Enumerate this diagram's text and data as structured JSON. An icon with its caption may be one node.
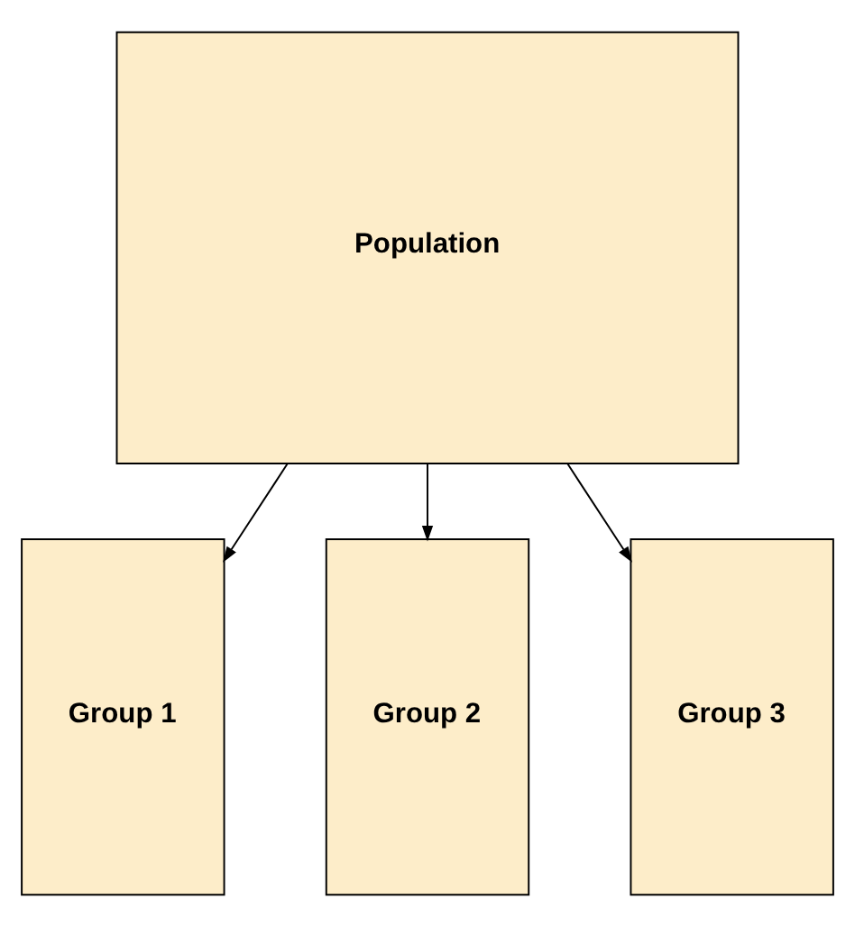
{
  "diagram": {
    "nodes": [
      {
        "text": [
          "Population"
        ]
      },
      {
        "text": [
          "Group 1"
        ]
      },
      {
        "text": [
          "Group 2"
        ]
      },
      {
        "text": [
          "Group 3"
        ]
      }
    ],
    "edges": [
      {
        "from": 0,
        "to": 1,
        "arrow": "to"
      },
      {
        "from": 0,
        "to": 2,
        "arrow": "to"
      },
      {
        "from": 0,
        "to": 3,
        "arrow": "to"
      }
    ]
  }
}
